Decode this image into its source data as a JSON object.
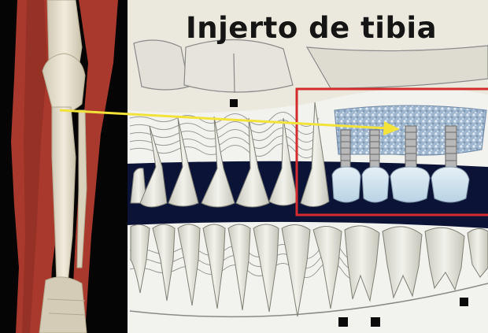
{
  "title": "Injerto de tibia",
  "colors": {
    "leg_background": "#050505",
    "muscle": "#a8392c",
    "bone": "#e7e1cf",
    "jaw_background": "#f2f2ef",
    "outline": "#8a8a8a",
    "arch_dark": "#0b1436",
    "tooth": "#e4e4dc",
    "implant_crown": "#cfe1ee",
    "graft": "#a9bed6",
    "highlight_box": "#d42c2c",
    "arrow": "#f2e23a",
    "marker": "#0a0a0a"
  },
  "icons": [
    "lower-leg-anatomy-illustration",
    "jaw-teeth-illustration",
    "bone-graft",
    "dental-implant",
    "yellow-arrow",
    "red-highlight-box"
  ]
}
